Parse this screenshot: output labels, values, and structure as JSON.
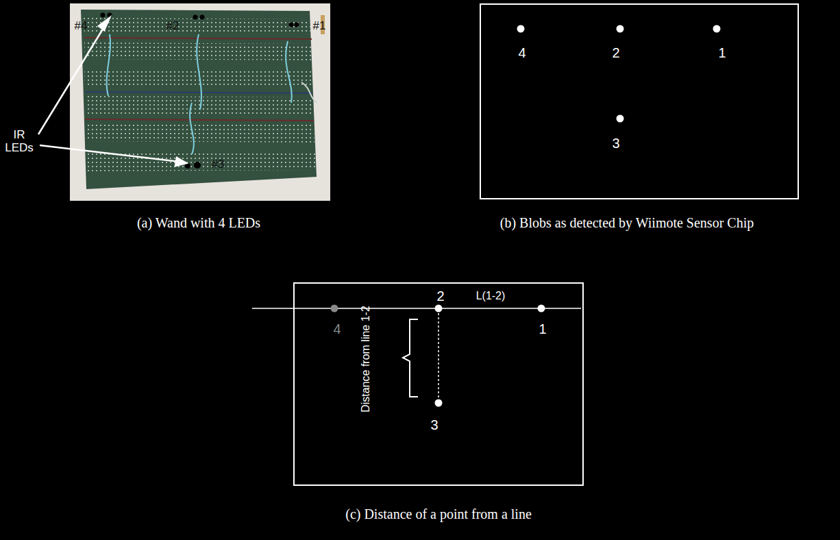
{
  "diagram": {
    "nodes": [
      {
        "text": [
          "4",
          "2",
          "1",
          "3"
        ]
      },
      {
        "text": [
          "2",
          "L(1-2)",
          "4",
          "1",
          "Distance from line 1-2",
          "3"
        ]
      }
    ],
    "labels": [
      "#4",
      "#2",
      "#1",
      "#3",
      "IR LEDs",
      "(a) Wand with 4 LEDs",
      "(b) Blobs as detected by Wiimote Sensor Chip",
      "(c) Distance of a point from a line"
    ]
  }
}
